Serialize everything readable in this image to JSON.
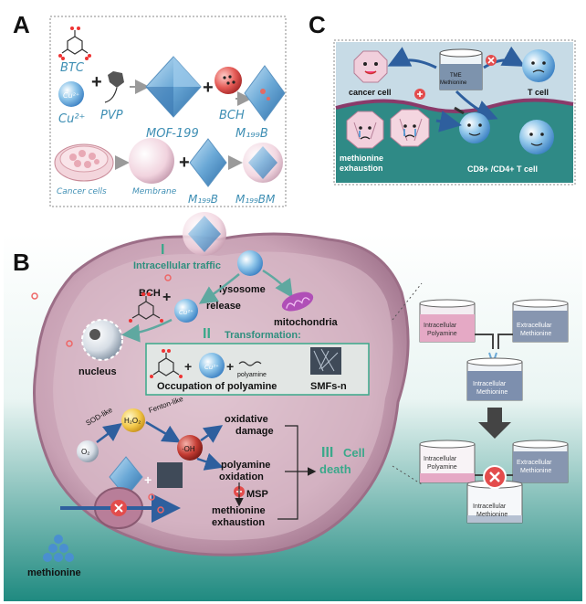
{
  "panels": {
    "a": {
      "label": "A",
      "btc": "BTC",
      "cu_icon": "Cu²⁺",
      "cu": "Cu²⁺",
      "pvp": "PVP",
      "mof": "MOF-199",
      "bch": "BCH",
      "m199b": "M₁₉₉B",
      "cancer_cells": "Cancer cells",
      "membrane": "Membrane",
      "m199b_small": "M₁₉₉B",
      "m199bm": "M₁₉₉BM"
    },
    "b": {
      "label": "B",
      "stage1_num": "I",
      "stage1": "Intracellular traffic",
      "bch": "BCH",
      "lysosome": "lysosome",
      "release": "release",
      "mitochondria": "mitochondria",
      "nucleus": "nucleus",
      "cu_icon": "Cu²⁺",
      "stage2_num": "II",
      "stage2": "Transformation:",
      "cu_box": "Cu²⁺",
      "polyamine": "polyamine",
      "occupation": "Occupation of polyamine",
      "smfs": "SMFs-n",
      "sod": "SOD-like",
      "fenton": "Fenton-like",
      "o2": "O₂",
      "h2o2": "H₂O₂",
      "oh": "·OH",
      "oxidative_damage_1": "oxidative",
      "oxidative_damage_2": "damage",
      "polyamine_ox_1": "polyamine",
      "polyamine_ox_2": "oxidation",
      "msp": "MSP",
      "met_exhaust_1": "methionine",
      "met_exhaust_2": "exhaustion",
      "stage3_num": "III",
      "cell": "Cell",
      "death": "death",
      "methionine": "methionine",
      "beaker_intra_poly_1": "Intracellular",
      "beaker_intra_poly_2": "Polyamine",
      "beaker_extra_met_1": "Extracellular",
      "beaker_extra_met_2": "Methionine",
      "beaker_intra_met_1": "Intracellular",
      "beaker_intra_met_2": "Methionine"
    },
    "c": {
      "label": "C",
      "tme_1": "TME",
      "tme_2": "Methionine",
      "cancer_cell": "cancer cell",
      "t_cell": "T cell",
      "met_exhaust_1": "methionine",
      "met_exhaust_2": "exhaustion",
      "cd8": "CD8+ /CD4+ T cell"
    }
  },
  "colors": {
    "frame_dotted": "#8a8a8a",
    "cell_body": "#b38aa3",
    "cell_inner": "#d9b9c8",
    "teal_label": "#2f8f7e",
    "roman_green": "#3aa88a",
    "dark_text": "#1a1a1a",
    "bg_teal": "#2e8e86",
    "crystal_blue": "#6aa8d6"
  }
}
